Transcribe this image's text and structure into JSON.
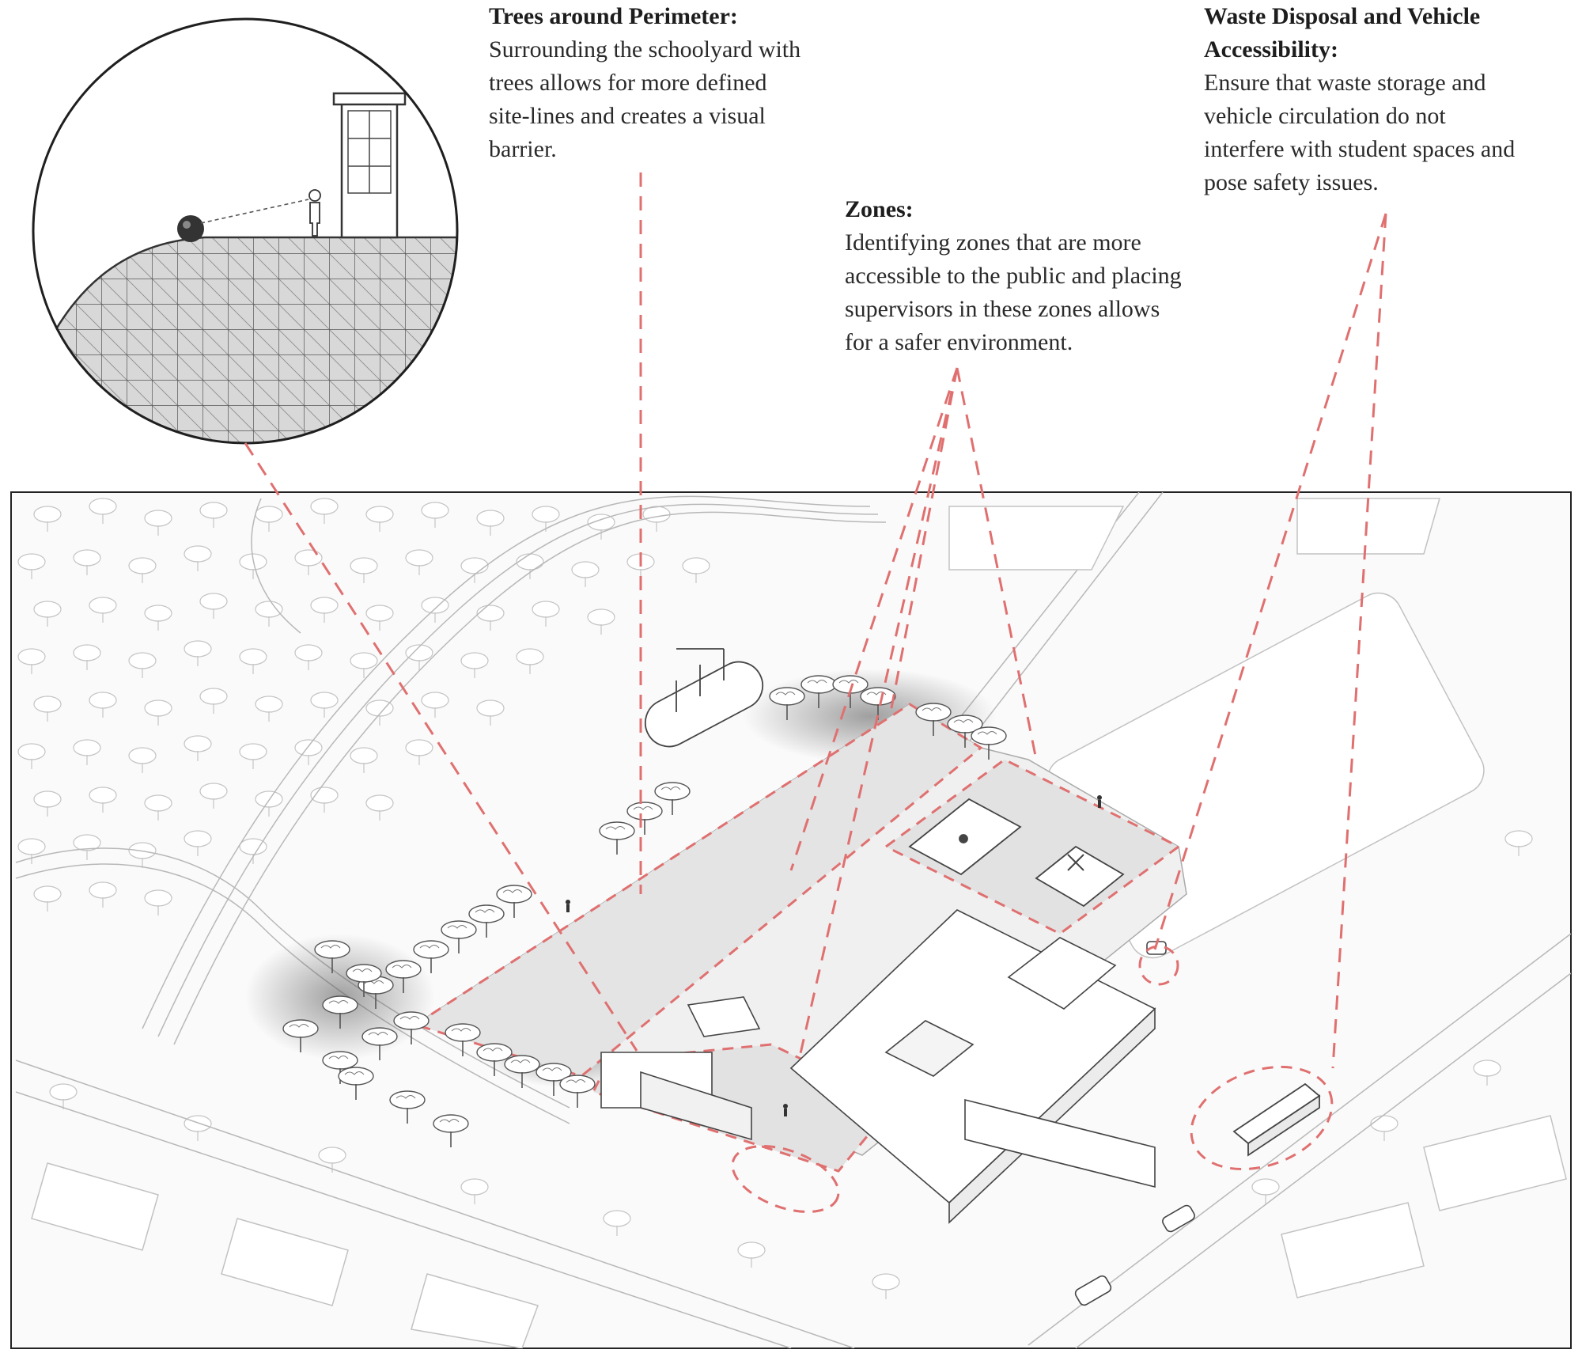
{
  "annotations": {
    "trees": {
      "title": "Trees around Perimeter:",
      "body": "Surrounding the schoolyard with\ntrees allows for more defined\nsite-lines and creates a visual\nbarrier."
    },
    "waste": {
      "title": "Waste Disposal and Vehicle\nAccessibility:",
      "body": "Ensure that waste storage and\nvehicle circulation do not\ninterfere with student spaces and\npose safety issues."
    },
    "zones": {
      "title": "Zones:",
      "body": "Identifying zones that are more\naccessible to the public and placing\nsupervisors in these zones allows\nfor a safer environment."
    }
  },
  "colors": {
    "leader": "#e07070",
    "line": "#333333",
    "light_line": "#bdbdbd",
    "zone_fill": "#e6e6e6",
    "hatch": "#555555"
  },
  "icons": [
    "tree-icon",
    "person-icon",
    "school-bus-icon",
    "car-icon",
    "building-icon"
  ]
}
